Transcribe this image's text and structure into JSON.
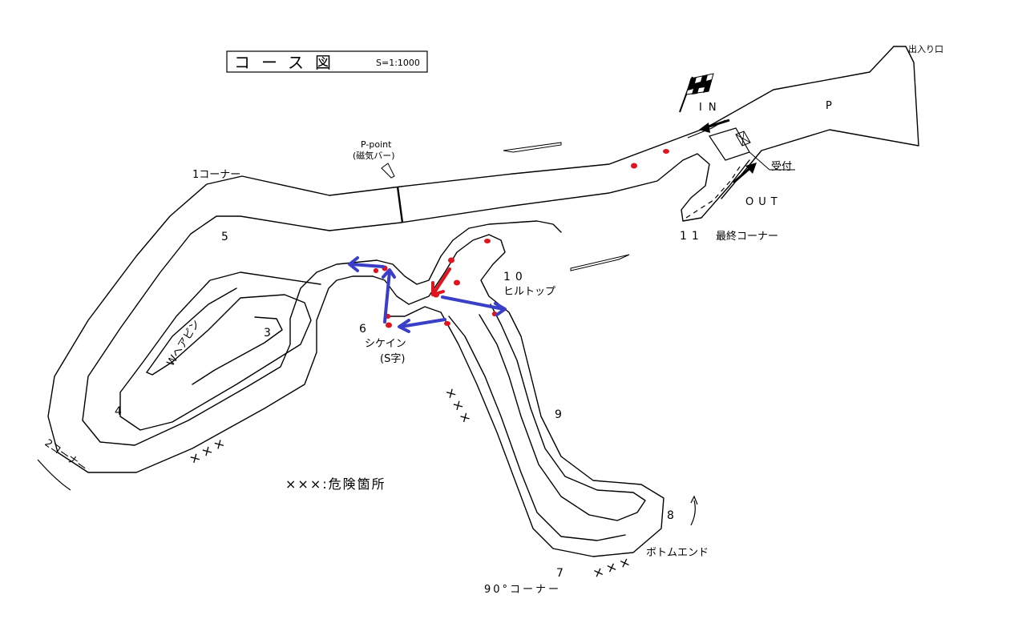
{
  "title": {
    "text": "コース図",
    "scale": "S=1:1000"
  },
  "labels": {
    "entrance": "出入り口",
    "in": "IN",
    "out": "OUT",
    "parking": "P",
    "reception": "受付",
    "p_point": "P-point",
    "p_point_sub": "(磁気バー)",
    "corner1": "1コーナー",
    "corner2": "2コーナー",
    "hairpin": "Wヘアピン",
    "chicane": "シケイン",
    "chicane_sub": "(S字)",
    "hilltop": "ヒルトップ",
    "final_corner": "最終コーナー",
    "corner90": "90°コーナー",
    "bottom_end": "ボトムエンド",
    "danger_legend": "×××:危険箇所",
    "danger_mark": "×××"
  },
  "corner_numbers": {
    "c3": "3",
    "c4": "4",
    "c5": "5",
    "c6": "6",
    "c7": "7",
    "c8": "8",
    "c9": "9",
    "c10": "10",
    "c11": "11"
  },
  "colors": {
    "track": "#000000",
    "annotation_red": "#e0141e",
    "annotation_blue": "#3a3fc8"
  },
  "icons": [
    "checkered-flag-icon",
    "direction-arrow-icon",
    "in-arrow-icon",
    "out-arrow-icon"
  ]
}
